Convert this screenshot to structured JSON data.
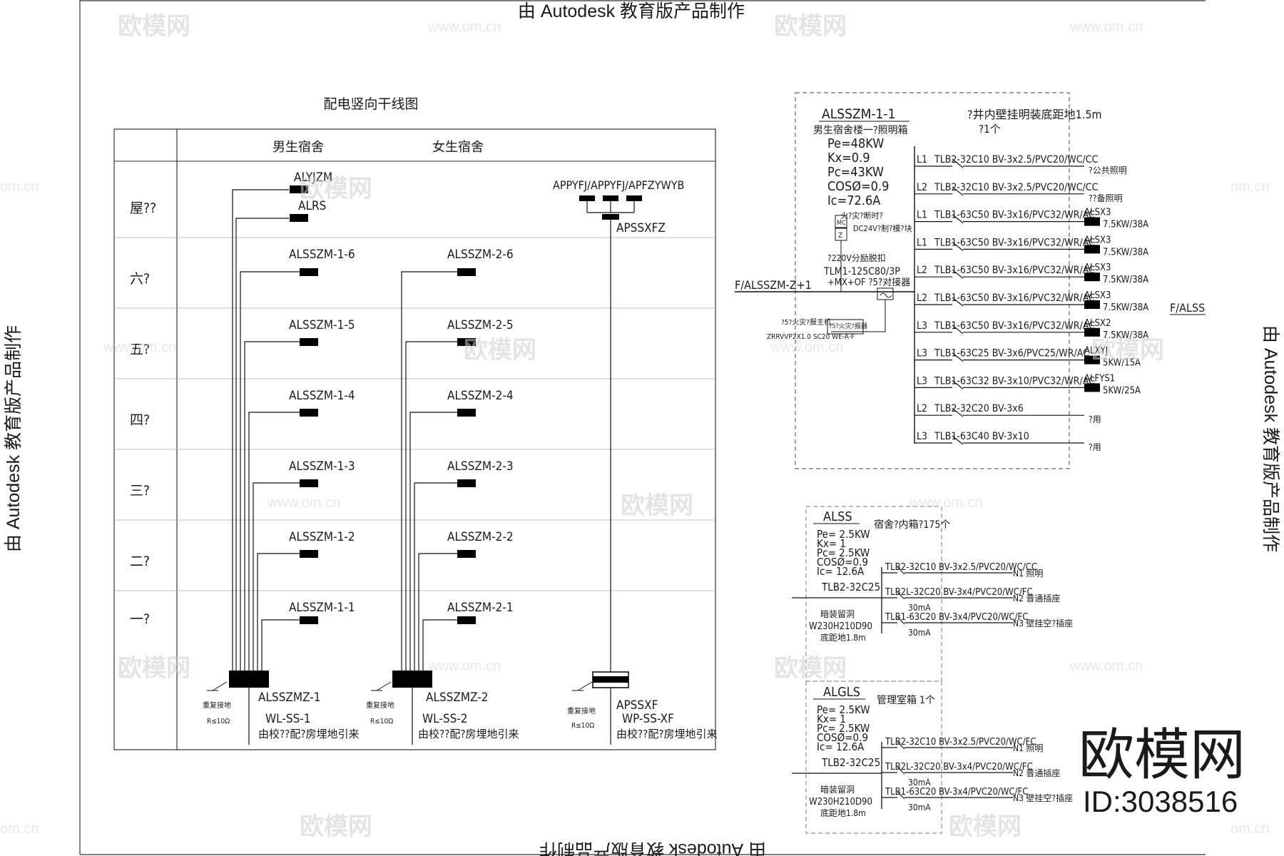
{
  "banners": {
    "top": "由 Autodesk 教育版产品制作",
    "left": "由 Autodesk 教育版产品制作",
    "right": "由 Autodesk 教育版产品制作",
    "bottom": "由 Autodesk 教育版产品制作"
  },
  "riser": {
    "title": "配电竖向干线图",
    "col_male": "男生宿舍",
    "col_female": "女生宿舍",
    "floors": [
      "屋??",
      "六?",
      "五?",
      "四?",
      "三?",
      "二?",
      "一?"
    ],
    "roof_box1": "ALYJZM",
    "roof_box2": "ALRS",
    "roof_pair": "APPYFJ/APPYFJ/APFZYWYB",
    "roof_panel": "APSSXFZ",
    "male_boxes": [
      "ALSSZM-1-6",
      "ALSSZM-1-5",
      "ALSSZM-1-4",
      "ALSSZM-1-3",
      "ALSSZM-1-2",
      "ALSSZM-1-1"
    ],
    "female_boxes": [
      "ALSSZM-2-6",
      "ALSSZM-2-5",
      "ALSSZM-2-4",
      "ALSSZM-2-3",
      "ALSSZM-2-2",
      "ALSSZM-2-1"
    ],
    "main1": "ALSSZMZ-1",
    "cable1": "WL-SS-1",
    "src1": "由校??配?房埋地引来",
    "main2": "ALSSZMZ-2",
    "cable2": "WL-SS-2",
    "src2": "由校??配?房埋地引来",
    "main3": "APSSXF",
    "cable3": "WP-SS-XF",
    "src3": "由校??配?房埋地引来",
    "ground_a": "重复接地",
    "ground_b": "R≤10Ω"
  },
  "panel1": {
    "name": "ALSSZM-1-1",
    "note1": "?井内壁挂明装底距地1.5m",
    "note2": "?1个",
    "desc": "男生宿舍楼一?照明箱",
    "pe": "Pe=48KW",
    "kx": "Kx=0.9",
    "pc": "Pc=43KW",
    "cos": "COSØ=0.9",
    "ic": "Ic=72.6A",
    "incoming": "F/ALSSZM-Z+1",
    "breaker": "TLM1-125C80/3P",
    "aux": "+MX+OF ?5?对接器",
    "note_mc": "火?灾?断时?",
    "note_dc": "DC24V?制?模?块",
    "note_220": "?220V分励脱扣",
    "fire_a": "?5?火灾?报主机",
    "fire_b": "ZRRVVP2X1.0 SC20 WE-A-F",
    "fire_box": "?5?火灾?报器",
    "mc": "MC",
    "z": "Z",
    "right_ref": "F/ALSS",
    "circuits": [
      {
        "phase": "L1",
        "text": "TLB2-32C10 BV-3x2.5/PVC20/WC/CC",
        "load": "?公共照明",
        "tag": ""
      },
      {
        "phase": "L2",
        "text": "TLB2-32C10 BV-3x2.5/PVC20/WC/CC",
        "load": "??备照明",
        "tag": ""
      },
      {
        "phase": "L1",
        "text": "TLB1-63C50 BV-3x16/PVC32/WR/AC",
        "load": "7.5KW/38A",
        "tag": "ALSX3"
      },
      {
        "phase": "L1",
        "text": "TLB1-63C50 BV-3x16/PVC32/WR/AC",
        "load": "7.5KW/38A",
        "tag": "ALSX3"
      },
      {
        "phase": "L2",
        "text": "TLB1-63C50 BV-3x16/PVC32/WR/AC",
        "load": "7.5KW/38A",
        "tag": "ALSX3"
      },
      {
        "phase": "L2",
        "text": "TLB1-63C50 BV-3x16/PVC32/WR/AC",
        "load": "7.5KW/38A",
        "tag": "ALSX3"
      },
      {
        "phase": "L3",
        "text": "TLB1-63C50 BV-3x16/PVC32/WR/AC",
        "load": "7.5KW/38A",
        "tag": "ALSX2"
      },
      {
        "phase": "L3",
        "text": "TLB1-63C25 BV-3x6/PVC25/WR/AC",
        "load": "5KW/15A",
        "tag": "ALXYJ"
      },
      {
        "phase": "L3",
        "text": "TLB1-63C32 BV-3x10/PVC32/WR/AC",
        "load": "5KW/25A",
        "tag": "ALFYS1"
      },
      {
        "phase": "L2",
        "text": "TLB2-32C20 BV-3x6",
        "load": "?用",
        "tag": ""
      },
      {
        "phase": "L3",
        "text": "TLB1-63C40 BV-3x10",
        "load": "?用",
        "tag": ""
      }
    ]
  },
  "panel2": {
    "name": "ALSS",
    "note": "宿舍?内箱?175个",
    "pe": "Pe= 2.5KW",
    "kx": "Kx= 1",
    "pc": "Pc= 2.5KW",
    "cos": "COSØ=0.9",
    "ic": "Ic= 12.6A",
    "main_breaker": "TLB2-32C25",
    "mount_a": "暗装留洞",
    "mount_b": "W230H210D90",
    "mount_c": "底距地1.8m",
    "circuits": [
      {
        "text": "TLB2-32C10 BV-3x2.5/PVC20/WC/CC",
        "label": "N1 照明",
        "rcd": ""
      },
      {
        "text": "TLB2L-32C20 BV-3x4/PVC20/WC/FC",
        "label": "N2 普通插座",
        "rcd": "30mA"
      },
      {
        "text": "TLB1-63C20 BV-3x4/PVC20/WC/FC",
        "label": "N3 壁挂空?插座",
        "rcd": "30mA"
      }
    ]
  },
  "panel3": {
    "name": "ALGLS",
    "note": "管理室箱 1个",
    "pe": "Pe= 2.5KW",
    "kx": "Kx= 1",
    "pc": "Pc= 2.5KW",
    "cos": "COSØ=0.9",
    "ic": "Ic= 12.6A",
    "main_breaker": "TLB2-32C25",
    "mount_a": "暗装留洞",
    "mount_b": "W230H210D90",
    "mount_c": "底距地1.8m",
    "circuits": [
      {
        "text": "TLB2-32C10 BV-3x2.5/PVC20/WC/FC",
        "label": "N1 照明",
        "rcd": ""
      },
      {
        "text": "TLB2L-32C20 BV-3x4/PVC20/WC/FC",
        "label": "N2 普通插座",
        "rcd": "30mA"
      },
      {
        "text": "TLB1-63C20 BV-3x4/PVC20/WC/FC",
        "label": "N3 壁挂空?插座",
        "rcd": "30mA"
      }
    ]
  },
  "watermarks": {
    "brand": "欧模网",
    "url": "www.om.cn",
    "url_short": "om.cn",
    "logo": "欧模网",
    "id": "ID:3038516"
  }
}
